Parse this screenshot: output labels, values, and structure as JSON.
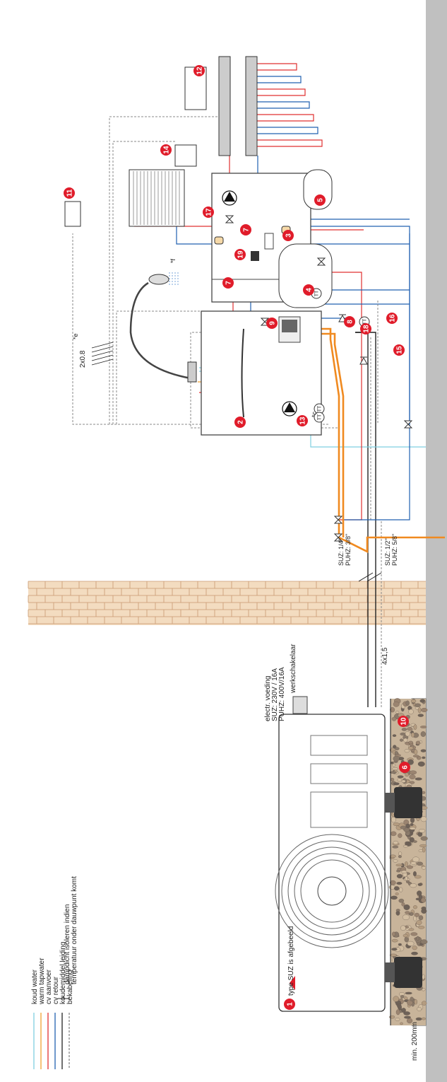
{
  "colors": {
    "cold_water": "#7fcfe0",
    "warm_tap": "#f0a030",
    "cv_supply": "#e03030",
    "cv_return": "#2060b0",
    "refrigerant": "#f08a20",
    "cable": "#888888",
    "badge": "#e01c2a",
    "wall_fill": "#f3dcc0",
    "wall_line": "#c89870",
    "side_bar": "#c0c0c0"
  },
  "legend": {
    "items": [
      {
        "label": "koud water",
        "color": "#7fcfe0",
        "style": "solid"
      },
      {
        "label": "warm tapwater",
        "color": "#f0a030",
        "style": "solid"
      },
      {
        "label": "cv aanvoer",
        "color": "#e03030",
        "style": "solid"
      },
      {
        "label": "cv retour",
        "color": "#2060b0",
        "style": "solid"
      },
      {
        "label": "koudemiddel leiding",
        "color": "#222222",
        "style": "solid"
      },
      {
        "label": "bekabeling",
        "color": "#888888",
        "style": "dashed"
      }
    ],
    "note_line1": "dampdicht isoleren indien",
    "note_line2": "temperatuur onder dauwpunt komt"
  },
  "outdoor": {
    "badge": "1",
    "caption": "type SUZ is afgebeeld",
    "supply_label1": "electr. voeding",
    "supply_label2": "SUZ: 230V / 16A",
    "supply_label3": "PUHZ: 400V/16A",
    "switch_label": "werkschakelaar",
    "cable_label": "4x1,5",
    "base_badge": "10",
    "clearance": "min. 200mm"
  },
  "pipes": {
    "spec_a1": "SUZ: 1/4''",
    "spec_a2": "PUHZ: 3/8''",
    "spec_b1": "SUZ: 1/2''",
    "spec_b2": "PUHZ: 5/8''"
  },
  "indoor": {
    "badge_hydrobox": "2",
    "badge_boiler": "3",
    "badge_buffer": "4",
    "badge_expansion": "5",
    "badge_filter": "6",
    "badge_airvent_a": "7",
    "badge_airvent_b": "7",
    "badge_mixing": "8",
    "badge_controller": "9",
    "badge_wireless_a": "11",
    "badge_wireless_b": "12",
    "badge_pump_a": "13",
    "badge_room_unit": "14",
    "badge_sensor_a": "15",
    "badge_sensor_b": "16",
    "badge_pump_b": "17",
    "badge_sensor_c": "18",
    "badge_valve": "19",
    "cable_spec": "2x0.8",
    "cable_note": "*e",
    "note_f": "*f",
    "note_c": "*c",
    "tt_label": "TT"
  }
}
